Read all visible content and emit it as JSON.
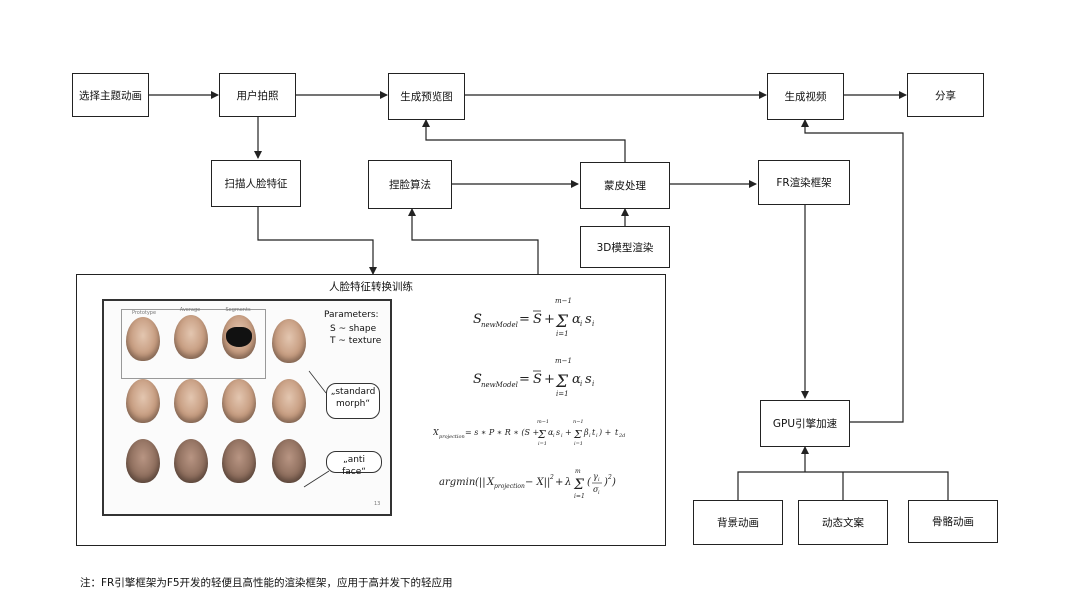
{
  "nodes": {
    "select_theme": "选择主题动画",
    "user_photo": "用户拍照",
    "gen_preview": "生成预览图",
    "gen_video": "生成视频",
    "share": "分享",
    "scan_face": "扫描人脸特征",
    "face_algo": "捏脸算法",
    "skinning": "蒙皮处理",
    "fr_framework": "FR渲染框架",
    "model_render": "3D模型渲染",
    "gpu_accel": "GPU引擎加速",
    "bg_anim": "背景动画",
    "dyn_text": "动态文案",
    "bone_anim": "骨骼动画"
  },
  "panel": {
    "title": "人脸特征转换训练",
    "slide": {
      "col_labels": [
        "Prototype",
        "Average",
        "Segments"
      ],
      "params_title": "Parameters:",
      "param_s": "S ~ shape",
      "param_t": "T ~ texture",
      "bubble_standard": "„standard morph“",
      "bubble_anti": "„anti face“",
      "page": "13"
    }
  },
  "note": "注：FR引擎框架为F5开发的轻便且高性能的渲染框架，应用于高并发下的轻应用",
  "icons": [
    "arrow-head-icon",
    "face-image-icon"
  ],
  "colors": {
    "stroke": "#222222",
    "background": "#ffffff"
  }
}
